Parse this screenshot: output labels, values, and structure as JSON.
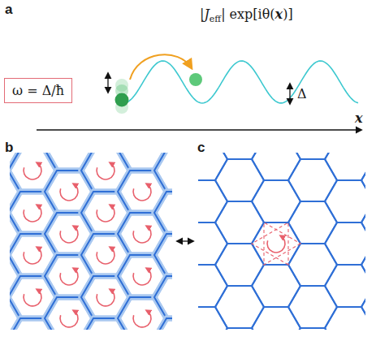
{
  "diagram": {
    "nodes": [
      {
        "text": [
          "ω = Δ/ħ"
        ]
      }
    ],
    "labels": [
      "a",
      "b",
      "c",
      "|J",
      "eff",
      "| exp[iθ(",
      "x",
      ")]",
      "Δ",
      "x"
    ]
  }
}
